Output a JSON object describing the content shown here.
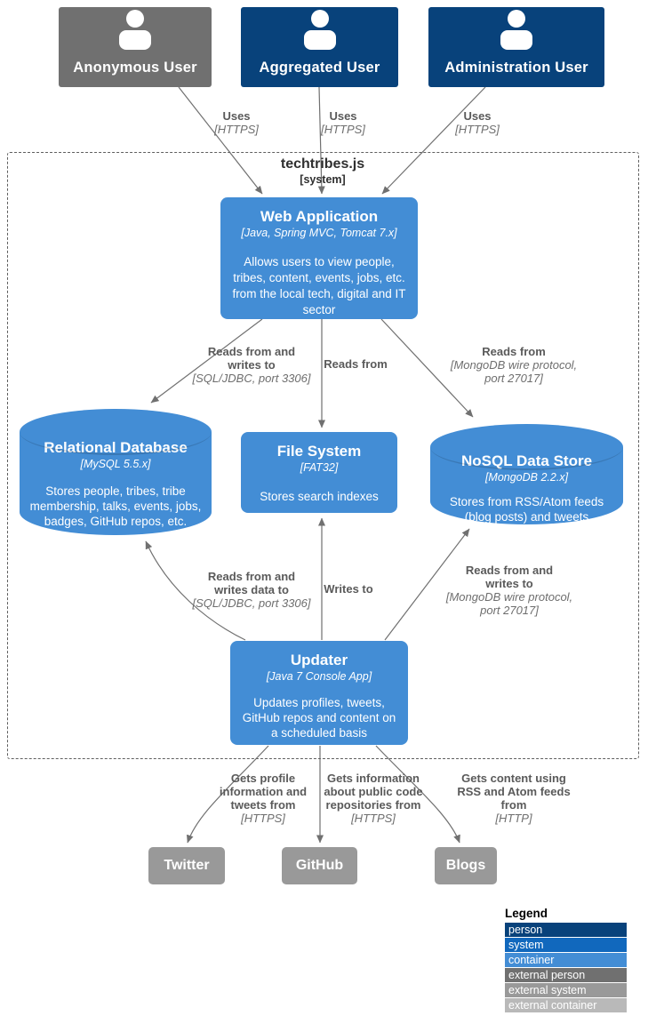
{
  "diagram": {
    "boundary": {
      "name": "techtribes.js",
      "meta": "[system]"
    },
    "palette": {
      "person": "#08427B",
      "system": "#1168BD",
      "container": "#438DD5",
      "external_person": "#707070",
      "external_system": "#999999",
      "external_container": "#B9B9B9",
      "edge": "#707070"
    },
    "people": [
      {
        "label": "Anonymous User",
        "type": "external person"
      },
      {
        "label": "Aggregated User",
        "type": "person"
      },
      {
        "label": "Administration User",
        "type": "person"
      }
    ],
    "containers": [
      {
        "title": "Web Application",
        "tech": "[Java, Spring MVC, Tomcat 7.x]",
        "desc": "Allows users to view people, tribes, content, events, jobs, etc. from the local tech, digital and IT sector"
      },
      {
        "title": "Relational Database",
        "tech": "[MySQL 5.5.x]",
        "desc": "Stores people, tribes, tribe membership, talks, events, jobs, badges, GitHub repos, etc."
      },
      {
        "title": "File System",
        "tech": "[FAT32]",
        "desc": "Stores search indexes"
      },
      {
        "title": "NoSQL Data Store",
        "tech": "[MongoDB 2.2.x]",
        "desc": "Stores from RSS/Atom feeds (blog posts) and tweets"
      },
      {
        "title": "Updater",
        "tech": "[Java 7 Console App]",
        "desc": "Updates profiles, tweets, GitHub repos and content on a scheduled basis"
      }
    ],
    "external_systems": [
      {
        "label": "Twitter"
      },
      {
        "label": "GitHub"
      },
      {
        "label": "Blogs"
      }
    ],
    "edges": [
      {
        "name_lines": [
          "Uses"
        ],
        "tech_lines": [
          "[HTTPS]"
        ]
      },
      {
        "name_lines": [
          "Uses"
        ],
        "tech_lines": [
          "[HTTPS]"
        ]
      },
      {
        "name_lines": [
          "Uses"
        ],
        "tech_lines": [
          "[HTTPS]"
        ]
      },
      {
        "name_lines": [
          "Reads from and",
          "writes to"
        ],
        "tech_lines": [
          "[SQL/JDBC, port 3306]"
        ]
      },
      {
        "name_lines": [
          "Reads from"
        ],
        "tech_lines": []
      },
      {
        "name_lines": [
          "Reads from"
        ],
        "tech_lines": [
          "[MongoDB wire protocol,",
          "port 27017]"
        ]
      },
      {
        "name_lines": [
          "Reads from and",
          "writes data to"
        ],
        "tech_lines": [
          "[SQL/JDBC, port 3306]"
        ]
      },
      {
        "name_lines": [
          "Writes to"
        ],
        "tech_lines": []
      },
      {
        "name_lines": [
          "Reads from and",
          "writes to"
        ],
        "tech_lines": [
          "[MongoDB wire protocol,",
          "port 27017]"
        ]
      },
      {
        "name_lines": [
          "Gets profile",
          "information and",
          "tweets from"
        ],
        "tech_lines": [
          "[HTTPS]"
        ]
      },
      {
        "name_lines": [
          "Gets information",
          "about public code",
          "repositories from"
        ],
        "tech_lines": [
          "[HTTPS]"
        ]
      },
      {
        "name_lines": [
          "Gets content using",
          "RSS and Atom feeds",
          "from"
        ],
        "tech_lines": [
          "[HTTP]"
        ]
      }
    ],
    "legend": {
      "title": "Legend",
      "items": [
        {
          "label": "person",
          "color": "#08427B"
        },
        {
          "label": "system",
          "color": "#1168BD"
        },
        {
          "label": "container",
          "color": "#438DD5"
        },
        {
          "label": "external person",
          "color": "#707070"
        },
        {
          "label": "external system",
          "color": "#999999"
        },
        {
          "label": "external container",
          "color": "#B9B9B9"
        }
      ]
    }
  }
}
